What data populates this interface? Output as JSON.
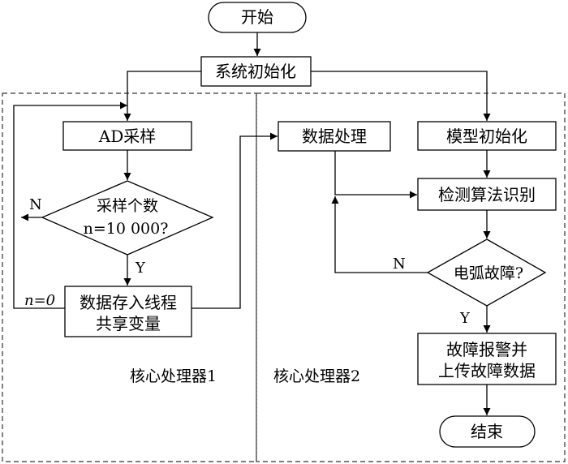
{
  "nodes": {
    "start": "开始",
    "init": "系统初始化",
    "ad_sample": "AD采样",
    "sample_check_line1": "采样个数",
    "sample_check_line2": "n=10 000?",
    "store_line1": "数据存入线程",
    "store_line2": "共享变量",
    "data_proc": "数据处理",
    "model_init": "模型初始化",
    "detect": "检测算法识别",
    "arc_fault": "电弧故障?",
    "alarm_line1": "故障报警并",
    "alarm_line2": "上传故障数据",
    "end": "结束"
  },
  "labels": {
    "n_left": "N",
    "y_left": "Y",
    "reset": "n=0",
    "n_right": "N",
    "y_right": "Y"
  },
  "regions": {
    "core1": "核心处理器1",
    "core2": "核心处理器2"
  }
}
